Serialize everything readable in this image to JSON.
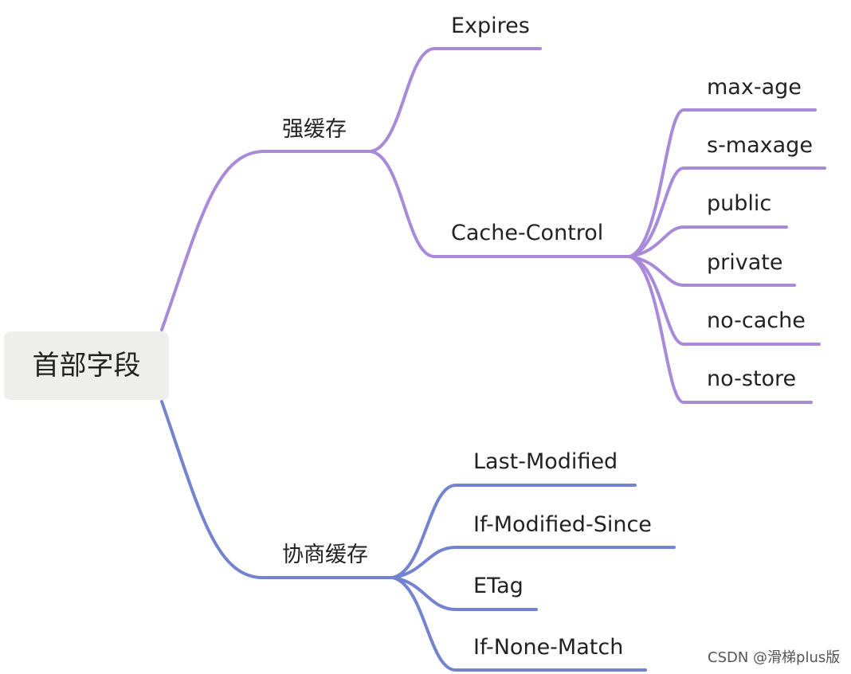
{
  "colors": {
    "strong_branch": "#a98ad8",
    "negotiate_branch": "#7383d0",
    "root_bg": "#eeefed",
    "text": "#222222"
  },
  "root": {
    "label": "首部字段"
  },
  "strong_cache": {
    "label": "强缓存",
    "children": [
      {
        "label": "Expires"
      },
      {
        "label": "Cache-Control",
        "children": [
          {
            "label": "max-age"
          },
          {
            "label": "s-maxage"
          },
          {
            "label": "public"
          },
          {
            "label": "private"
          },
          {
            "label": "no-cache"
          },
          {
            "label": "no-store"
          }
        ]
      }
    ]
  },
  "negotiate_cache": {
    "label": "协商缓存",
    "children": [
      {
        "label": "Last-Modified"
      },
      {
        "label": "If-Modified-Since"
      },
      {
        "label": "ETag"
      },
      {
        "label": "If-None-Match"
      }
    ]
  },
  "watermark": "CSDN @滑梯plus版"
}
